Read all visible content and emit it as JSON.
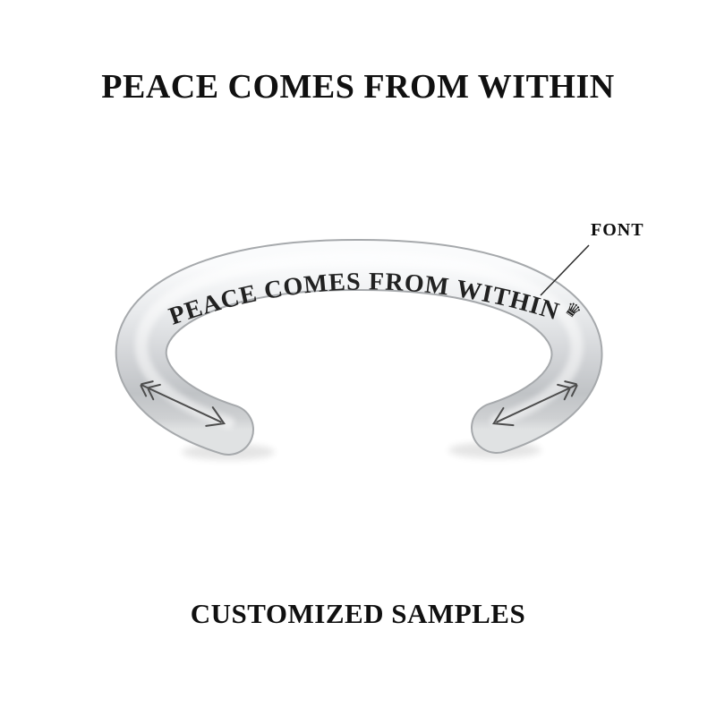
{
  "page": {
    "top_title": "PEACE COMES FROM WITHIN",
    "bottom_title": "CUSTOMIZED SAMPLES"
  },
  "callout": {
    "label": "FONT"
  },
  "bracelet": {
    "engraving_text": "PEACE COMES FROM WITHIN",
    "crown_glyph": "♛",
    "metal_color": "#d3d5d8",
    "metal_highlight": "#f8f9fa",
    "metal_edge": "#a6a9ac",
    "engraving_color": "#212121"
  }
}
